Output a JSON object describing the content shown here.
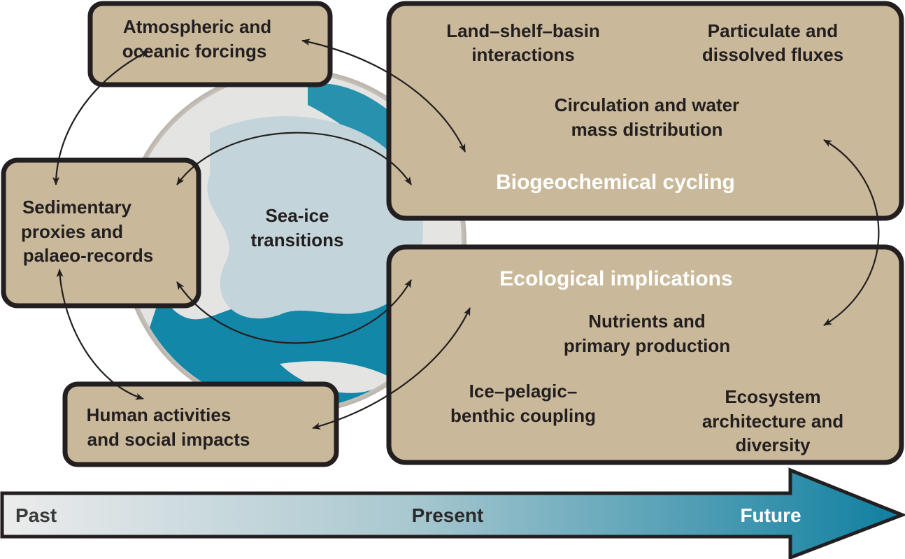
{
  "globe": {
    "label": [
      "Sea-ice",
      "transitions"
    ]
  },
  "boxes": {
    "atmospheric": [
      "Atmospheric and",
      "oceanic forcings"
    ],
    "sedimentary": [
      "Sedimentary",
      "proxies and",
      "palaeo-records"
    ],
    "human": [
      "Human activities",
      "and social impacts"
    ],
    "biogeochemical": {
      "heading": "Biogeochemical cycling",
      "land_shelf": [
        "Land–shelf–basin",
        "interactions"
      ],
      "particulate": [
        "Particulate and",
        "dissolved fluxes"
      ],
      "circulation": [
        "Circulation and water",
        "mass distribution"
      ]
    },
    "ecological": {
      "heading": "Ecological implications",
      "nutrients": [
        "Nutrients and",
        "primary production"
      ],
      "ice_pelagic": [
        "Ice–pelagic–",
        "benthic coupling"
      ],
      "ecosystem": [
        "Ecosystem",
        "architecture and",
        "diversity"
      ]
    }
  },
  "timeline": {
    "past": "Past",
    "present": "Present",
    "future": "Future"
  },
  "colors": {
    "box": "#c9b99a",
    "border": "#231f20",
    "ocean": "#1287a8",
    "ice": "#c3d5da",
    "land": "#e4e4e2"
  }
}
